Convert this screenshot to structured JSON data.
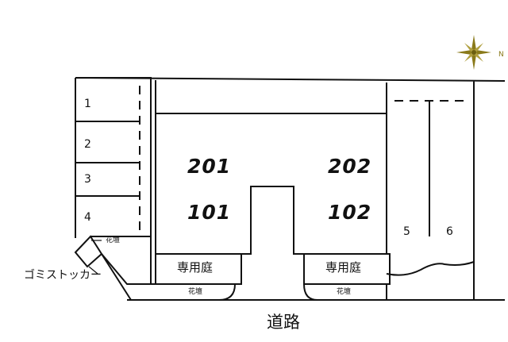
{
  "parking_left": [
    "1",
    "2",
    "3",
    "4"
  ],
  "parking_right": [
    "5",
    "6"
  ],
  "units": {
    "upper_left": "201",
    "lower_left": "101",
    "upper_right": "202",
    "lower_right": "102"
  },
  "private_garden": "専用庭",
  "flower_bed": "花壇",
  "garbage_stocker": "ゴミストッカー",
  "road": "道路",
  "compass": {
    "label": "N",
    "color": "#8a7a1a"
  }
}
